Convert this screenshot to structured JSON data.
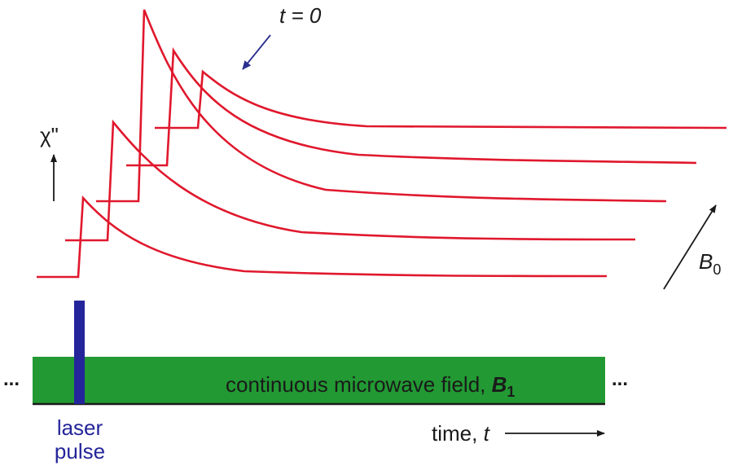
{
  "labels": {
    "t_zero": "t = 0",
    "chi": "χ\"",
    "b0_letter": "B",
    "b0_sub": "0",
    "field_text": "continuous microwave field, ",
    "field_symbol": "B",
    "field_sub": "1",
    "laser_line1": "laser",
    "laser_line2": "pulse",
    "time_text": "time, ",
    "time_symbol": "t",
    "ellipsis_left": "...",
    "ellipsis_right": "..."
  },
  "colors": {
    "trace": "#e0182d",
    "field_band": "#229933",
    "laser": "#24259a",
    "t0_arrow": "#2a2f8f",
    "ink": "#1a1a1a"
  }
}
